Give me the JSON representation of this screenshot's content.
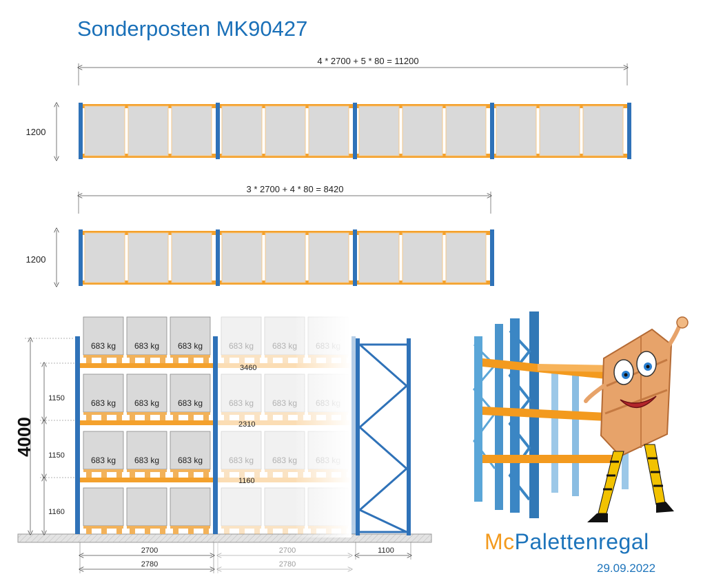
{
  "title": "Sonderposten MK90427",
  "top_view_1": {
    "formula": "4 * 2700 + 5 * 80 = 11200",
    "depth": "1200",
    "bays": 4
  },
  "top_view_2": {
    "formula": "3 * 2700 + 4 * 80 = 8420",
    "depth": "1200",
    "bays": 3
  },
  "front_view": {
    "total_height": "4000",
    "level_spacings": [
      "1150",
      "1150",
      "1160"
    ],
    "beam_heights": [
      "3460",
      "2310",
      "1160"
    ],
    "load_label": "683 kg",
    "bay_clear_width": "2700",
    "bay_axis_width": "2780",
    "frame_depth": "1100"
  },
  "brand": {
    "prefix": "Mc",
    "name": "Palettenregal"
  },
  "date": "29.09.2022",
  "icons": [
    "pallet-rack-mascot-illustration"
  ],
  "colors": {
    "title": "#1a70b8",
    "upright": "#2f72b8",
    "beam": "#f4a12c",
    "pallet": "#d9d9d9",
    "brand_orange": "#f39a1e",
    "brand_blue": "#1d74bb"
  }
}
